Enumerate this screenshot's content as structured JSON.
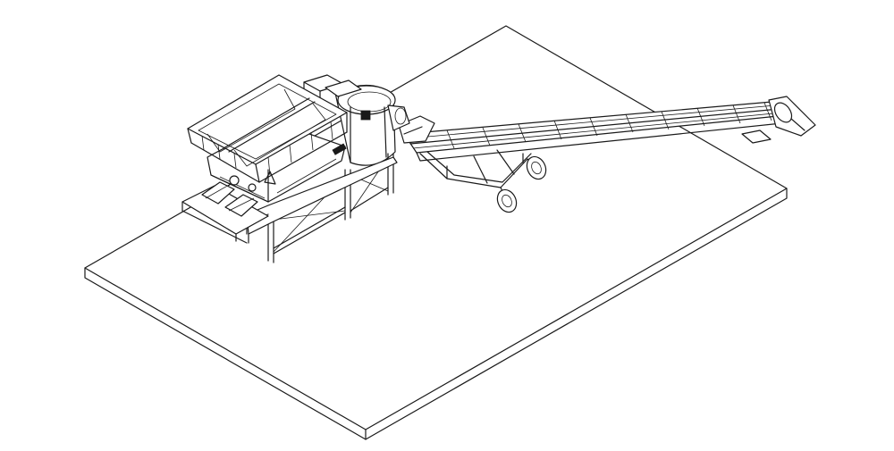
{
  "drawing": {
    "style": "isometric line drawing",
    "background_color": "#ffffff",
    "line_color": "#1a1a1a",
    "components": [
      "base-slab",
      "feed-hopper",
      "hopper-support-frame",
      "mixing-drum",
      "inclined-belt-conveyor",
      "conveyor-support-wheels"
    ]
  }
}
